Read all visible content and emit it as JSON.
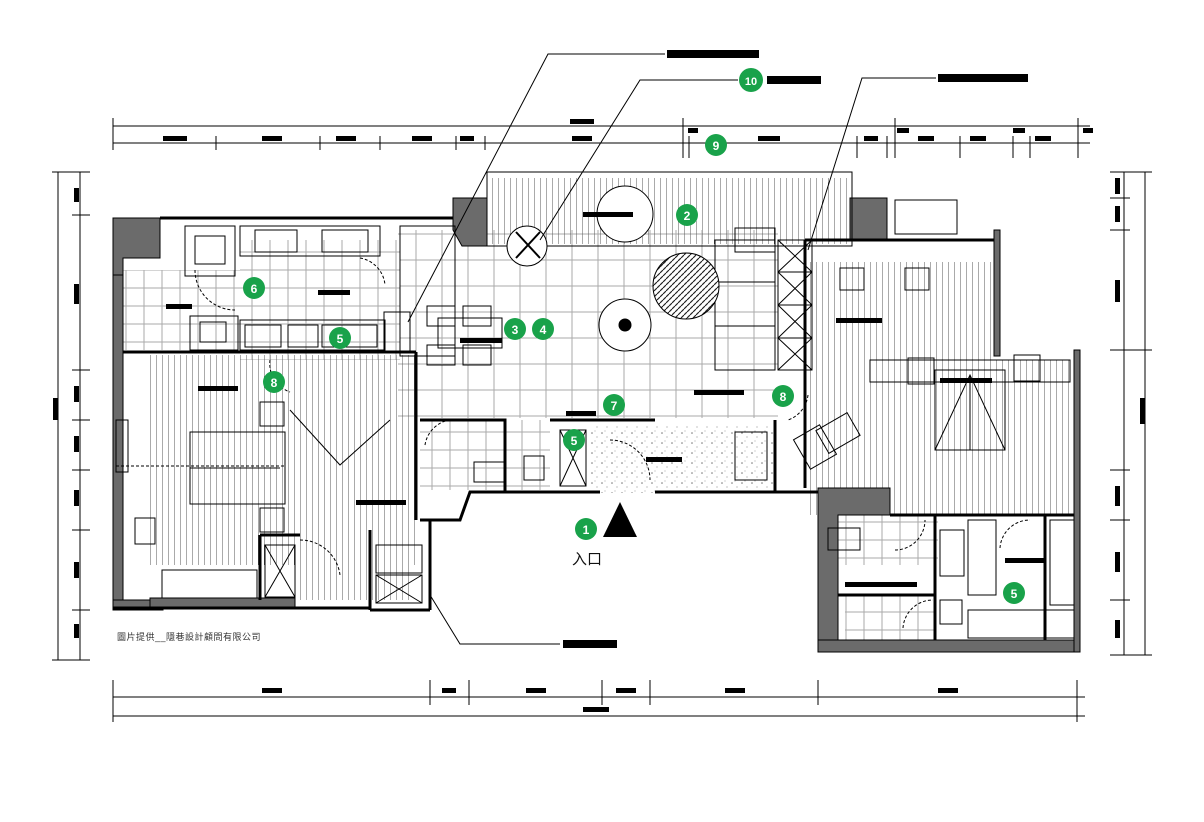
{
  "plan": {
    "entrance_label": "入口",
    "credit": "圖片提供__隱巷設計顧問有限公司",
    "marker_color": "#19a24a",
    "markers": [
      "1",
      "2",
      "3",
      "4",
      "5",
      "5",
      "5",
      "6",
      "7",
      "8",
      "8",
      "9",
      "10"
    ]
  }
}
